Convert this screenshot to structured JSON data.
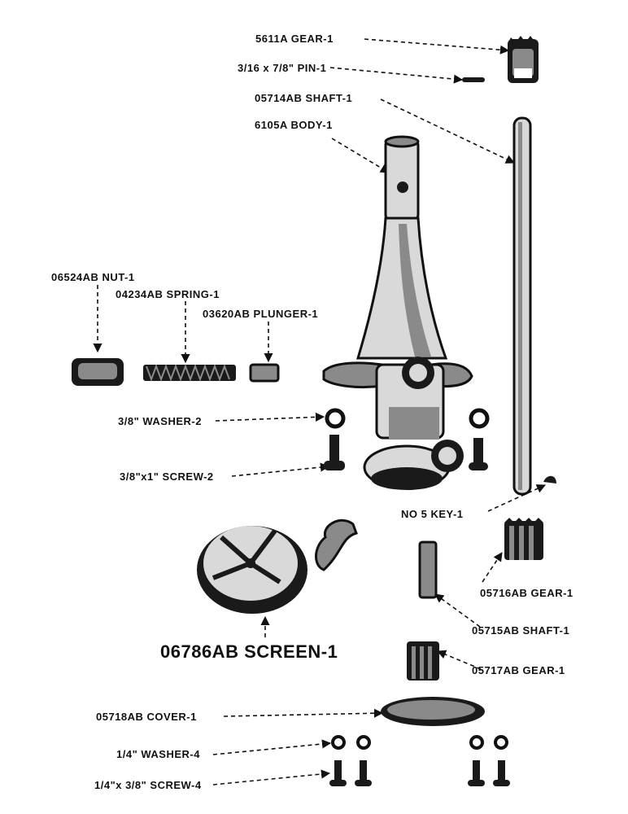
{
  "labels": {
    "gear_5611a": "5611A GEAR-1",
    "pin": "3/16 x 7/8\" PIN-1",
    "shaft_05714ab": "05714AB SHAFT-1",
    "body_6105a": "6105A BODY-1",
    "nut_06524ab": "06524AB NUT-1",
    "spring_04234ab": "04234AB SPRING-1",
    "plunger_03620ab": "03620AB PLUNGER-1",
    "washer_38": "3/8\" WASHER-2",
    "screw_38x1": "3/8\"x1\" SCREW-2",
    "key_no5": "NO 5 KEY-1",
    "gear_05716ab": "05716AB GEAR-1",
    "shaft_05715ab": "05715AB SHAFT-1",
    "screen_06786ab": "06786AB SCREEN-1",
    "gear_05717ab": "05717AB GEAR-1",
    "cover_05718ab": "05718AB COVER-1",
    "washer_14": "1/4\" WASHER-4",
    "screw_14x38": "1/4\"x 3/8\" SCREW-4"
  }
}
